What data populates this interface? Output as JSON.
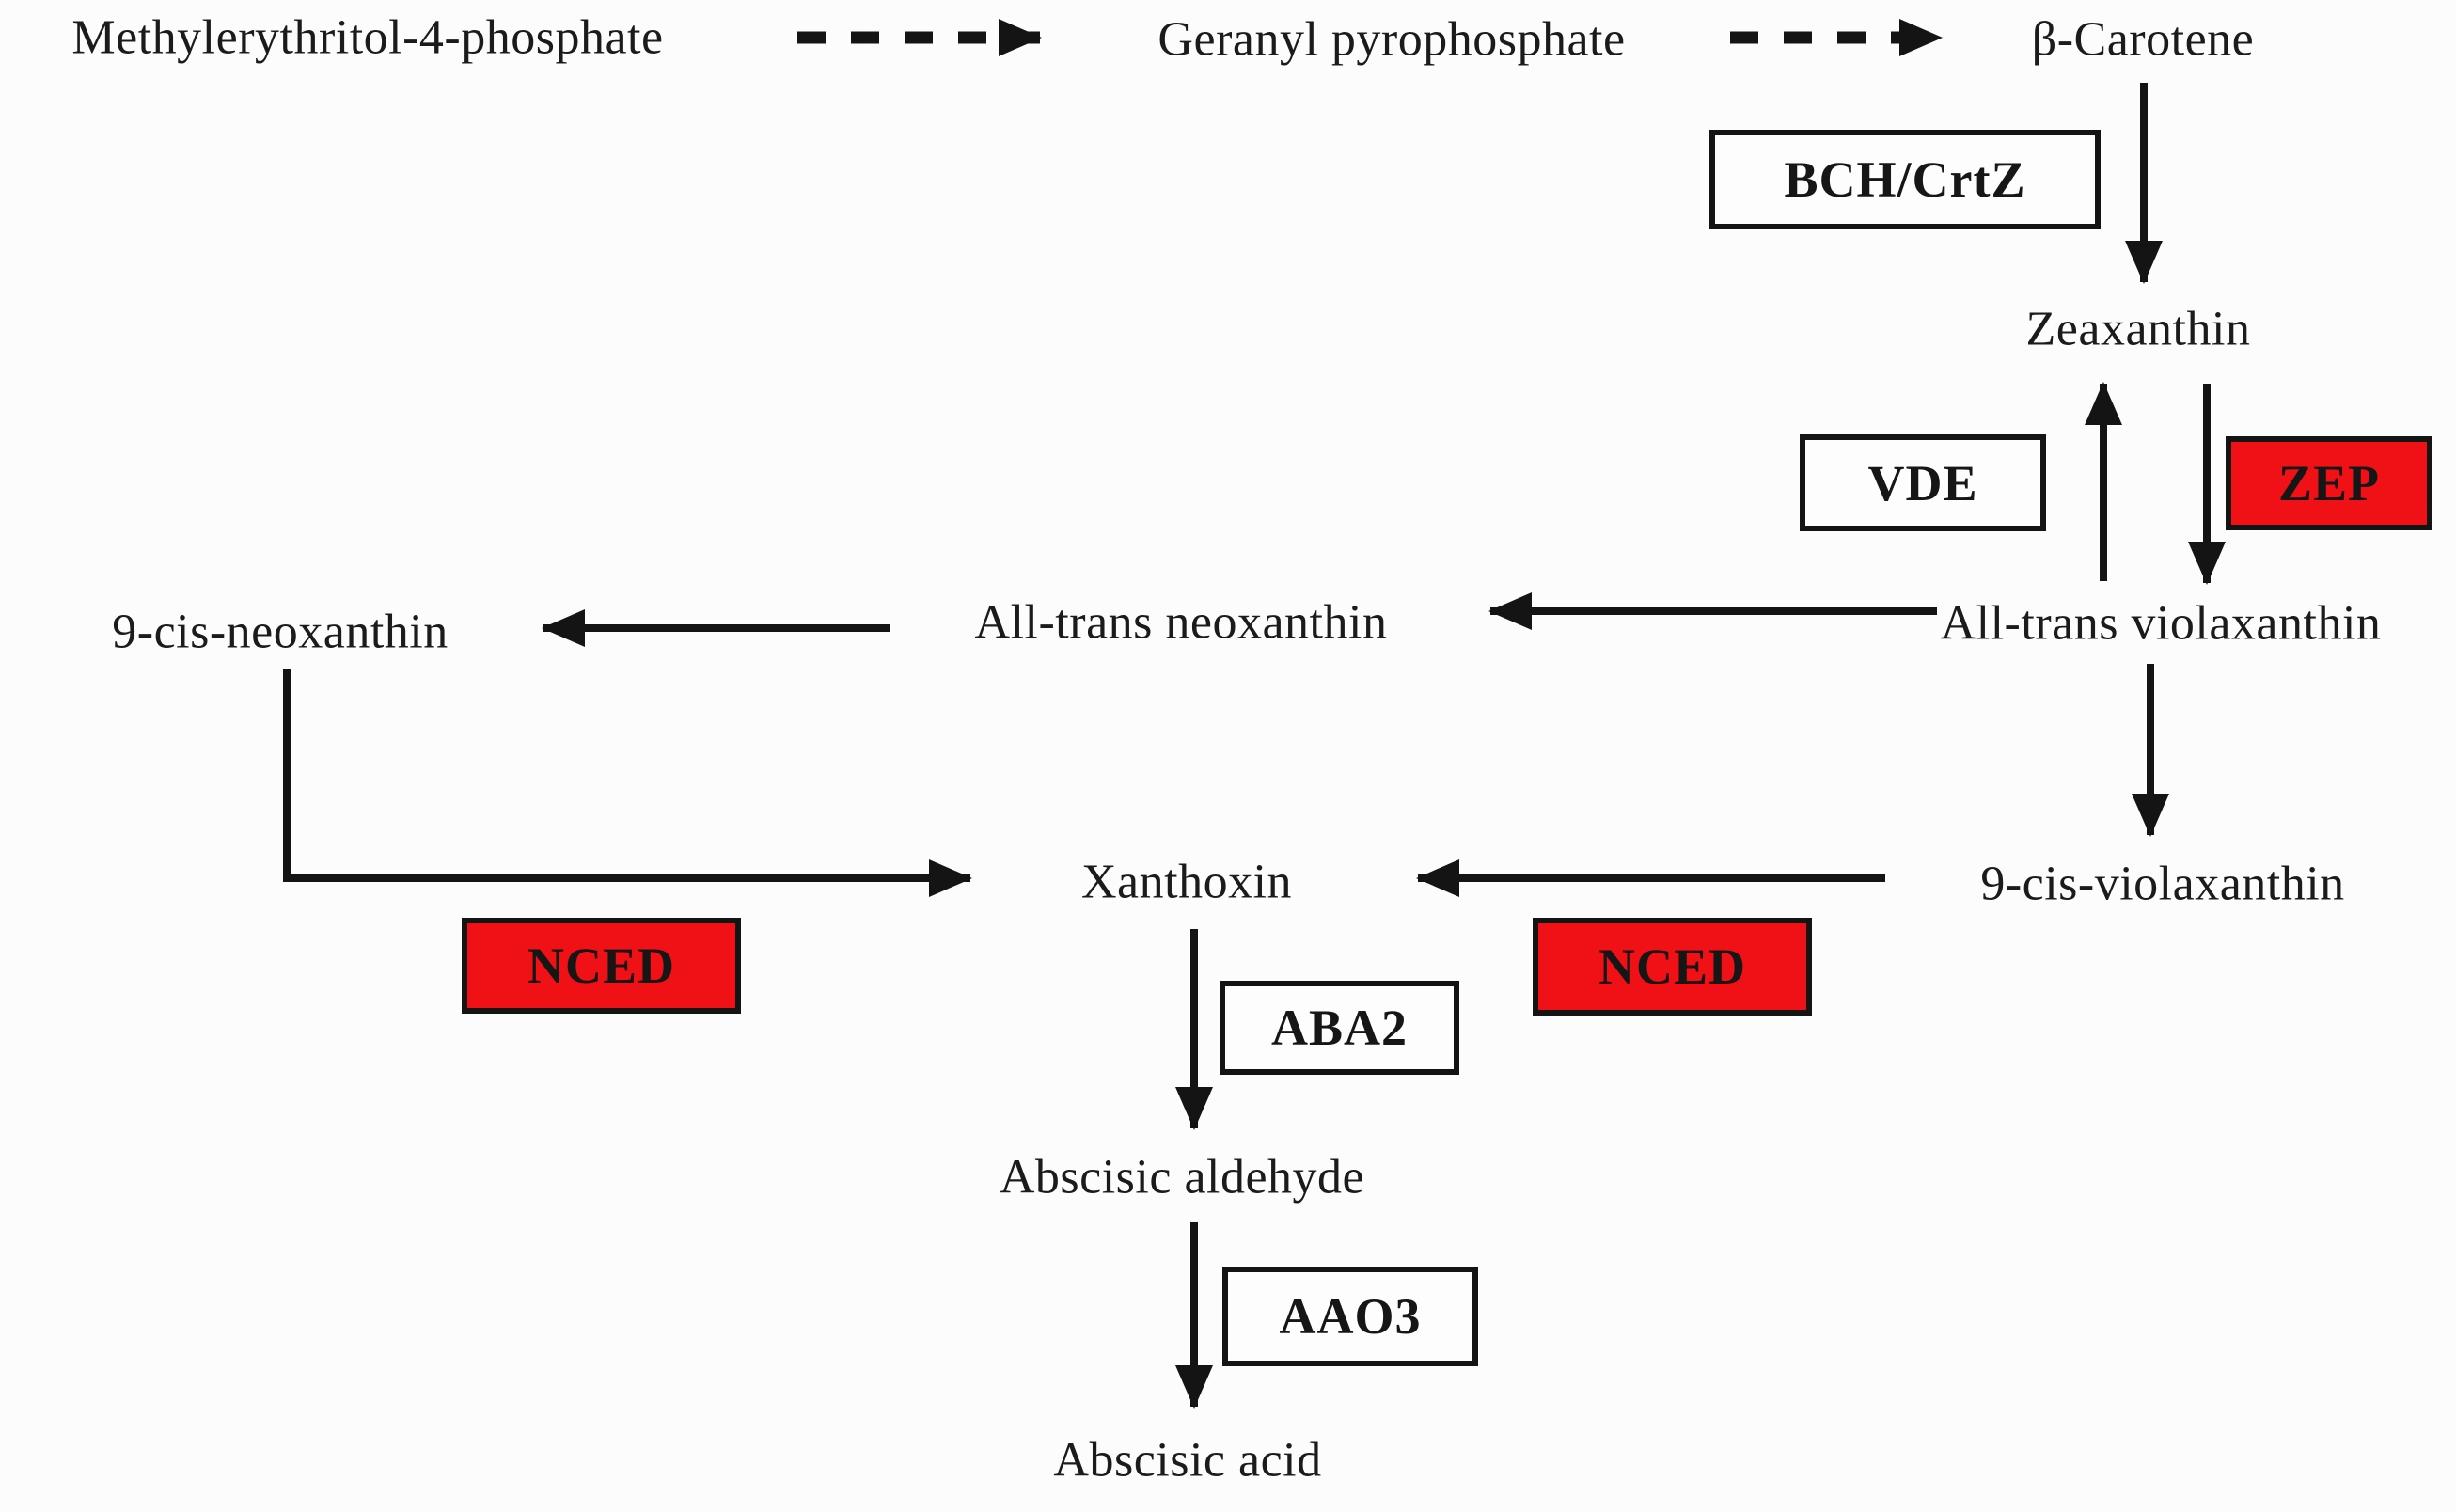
{
  "diagram": {
    "description": "Abscisic acid biosynthesis pathway diagram",
    "colors": {
      "highlight_red": "#ef1115",
      "box_border": "#141414",
      "arrow": "#141414",
      "text": "#1b1b1b",
      "background": "#fcfcfc"
    },
    "metabolites": {
      "mep": "Methylerythritol-4-phosphate",
      "gpp": "Geranyl pyrophosphate",
      "beta_carotene": "β-Carotene",
      "zeaxanthin": "Zeaxanthin",
      "all_trans_violaxanthin": "All-trans violaxanthin",
      "all_trans_neoxanthin": "All-trans neoxanthin",
      "nine_cis_neoxanthin": "9-cis-neoxanthin",
      "nine_cis_violaxanthin": "9-cis-violaxanthin",
      "xanthoxin": "Xanthoxin",
      "abscisic_aldehyde": "Abscisic aldehyde",
      "abscisic_acid": "Abscisic acid"
    },
    "enzymes": {
      "bch": {
        "label": "BCH/CrtZ",
        "highlight": false
      },
      "vde": {
        "label": "VDE",
        "highlight": false
      },
      "zep": {
        "label": "ZEP",
        "highlight": true
      },
      "nced_left": {
        "label": "NCED",
        "highlight": true
      },
      "nced_right": {
        "label": "NCED",
        "highlight": true
      },
      "aba2": {
        "label": "ABA2",
        "highlight": false
      },
      "aao3": {
        "label": "AAO3",
        "highlight": false
      }
    },
    "edges": [
      {
        "from": "Methylerythritol-4-phosphate",
        "to": "Geranyl pyrophosphate",
        "style": "dashed"
      },
      {
        "from": "Geranyl pyrophosphate",
        "to": "β-Carotene",
        "style": "dashed"
      },
      {
        "from": "β-Carotene",
        "to": "Zeaxanthin",
        "style": "solid",
        "enzyme": "BCH/CrtZ"
      },
      {
        "from": "All-trans violaxanthin",
        "to": "Zeaxanthin",
        "style": "solid",
        "enzyme": "VDE"
      },
      {
        "from": "Zeaxanthin",
        "to": "All-trans violaxanthin",
        "style": "solid",
        "enzyme": "ZEP"
      },
      {
        "from": "All-trans violaxanthin",
        "to": "All-trans neoxanthin",
        "style": "solid"
      },
      {
        "from": "All-trans neoxanthin",
        "to": "9-cis-neoxanthin",
        "style": "solid"
      },
      {
        "from": "All-trans violaxanthin",
        "to": "9-cis-violaxanthin",
        "style": "solid"
      },
      {
        "from": "9-cis-violaxanthin",
        "to": "Xanthoxin",
        "style": "solid",
        "enzyme": "NCED"
      },
      {
        "from": "9-cis-neoxanthin",
        "to": "Xanthoxin",
        "style": "solid",
        "enzyme": "NCED"
      },
      {
        "from": "Xanthoxin",
        "to": "Abscisic aldehyde",
        "style": "solid",
        "enzyme": "ABA2"
      },
      {
        "from": "Abscisic aldehyde",
        "to": "Abscisic acid",
        "style": "solid",
        "enzyme": "AAO3"
      }
    ]
  }
}
